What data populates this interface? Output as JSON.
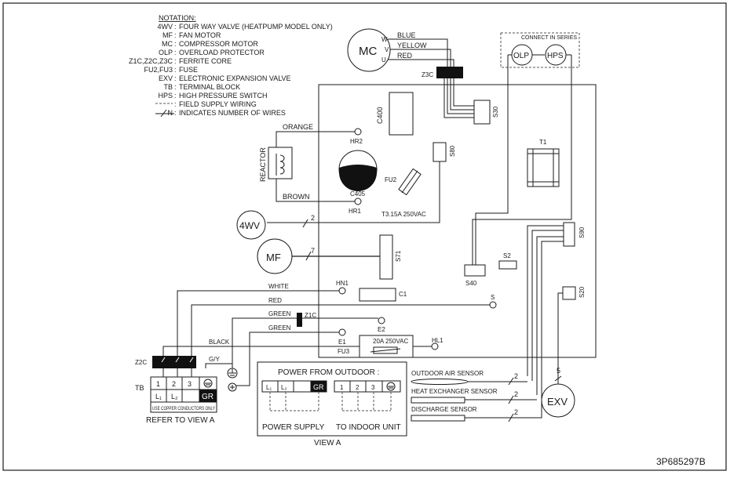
{
  "notation": {
    "heading": "NOTATION:",
    "rows": [
      {
        "code": "4WV",
        "desc": "FOUR WAY VALVE (HEATPUMP MODEL ONLY)"
      },
      {
        "code": "MF",
        "desc": "FAN MOTOR"
      },
      {
        "code": "MC",
        "desc": "COMPRESSOR MOTOR"
      },
      {
        "code": "OLP",
        "desc": "OVERLOAD PROTECTOR"
      },
      {
        "code": "Z1C,Z2C,Z3C",
        "desc": "FERRITE CORE"
      },
      {
        "code": "FU2,FU3",
        "desc": "FUSE"
      },
      {
        "code": "EXV",
        "desc": "ELECTRONIC EXPANSION VALVE"
      },
      {
        "code": "TB",
        "desc": "TERMINAL BLOCK"
      },
      {
        "code": "HPS",
        "desc": "HIGH PRESSURE SWITCH"
      },
      {
        "code": "",
        "desc": "FIELD SUPPLY WIRING"
      },
      {
        "code": "N",
        "desc": "INDICATES NUMBER OF WIRES"
      }
    ]
  },
  "compressor": {
    "label": "MC",
    "terminals": [
      "W",
      "V",
      "U"
    ],
    "wires": [
      "BLUE",
      "YELLOW",
      "RED"
    ],
    "core": "Z3C"
  },
  "series_box": {
    "label": "CONNECT IN SERIES",
    "olp": "OLP",
    "hps": "HPS"
  },
  "board": {
    "c400": "C400",
    "s30": "S30",
    "s80": "S80",
    "hr2": "HR2",
    "hr1": "HR1",
    "c405": "C405",
    "fu2": "FU2",
    "fu2_rating": "T3.15A 250VAC",
    "t1": "T1",
    "s90": "S90",
    "s40": "S40",
    "s2": "S2",
    "s71": "S71",
    "c1": "C1",
    "s20": "S20",
    "hn1": "HN1",
    "s_term": "S",
    "e2": "E2",
    "e1": "E1",
    "fu3": "FU3",
    "fu3_rating": "20A 250VAC",
    "hl1": "HL1",
    "z1c": "Z1C"
  },
  "reactor": {
    "label": "REACTOR",
    "wire_top": "ORANGE",
    "wire_bottom": "BROWN"
  },
  "four_way_valve": {
    "label": "4WV",
    "wire_count": "2"
  },
  "fan_motor": {
    "label": "MF",
    "wire_count": "7"
  },
  "wires": {
    "white": "WHITE",
    "red": "RED",
    "green1": "GREEN",
    "green2": "GREEN",
    "black": "BLACK",
    "gy": "G/Y"
  },
  "terminal_block": {
    "core": "Z2C",
    "tb": "TB",
    "numbers": [
      "1",
      "2",
      "3"
    ],
    "lines": [
      "L₁",
      "L₂"
    ],
    "ground": "GR",
    "note": "USE COPPER CONDUCTORS ONLY",
    "refer": "REFER TO VIEW A"
  },
  "view_a": {
    "heading": "POWER FROM OUTDOOR :",
    "supply_terms": [
      "L₁",
      "L₂",
      "GR"
    ],
    "unit_terms": [
      "1",
      "2",
      "3"
    ],
    "power_supply": "POWER SUPPLY",
    "to_indoor": "TO INDOOR UNIT",
    "caption": "VIEW A"
  },
  "sensors": {
    "outdoor": "OUTDOOR AIR SENSOR",
    "heat_exchanger": "HEAT EXCHANGER SENSOR",
    "discharge": "DISCHARGE SENSOR",
    "wire_count": "2"
  },
  "exv": {
    "label": "EXV",
    "wire_count": "5"
  },
  "drawing_number": "3P685297B"
}
